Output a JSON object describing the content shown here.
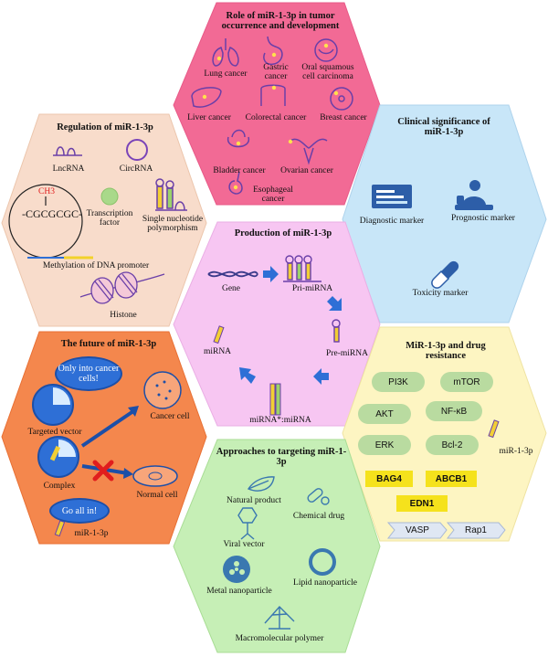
{
  "tumor": {
    "title": "Role of miR-1-3p in tumor occurrence and development",
    "items": [
      "Lung cancer",
      "Gastric cancer",
      "Oral squamous cell carcinoma",
      "Liver cancer",
      "Colorectal cancer",
      "Breast cancer",
      "Bladder cancer",
      "Ovarian cancer",
      "Esophageal cancer"
    ]
  },
  "regulation": {
    "title": "Regulation of miR-1-3p",
    "lncrna": "LncRNA",
    "circrna": "CircRNA",
    "ch3": "CH3",
    "sequence": "-CGCGCGC-",
    "tf": "Transcription factor",
    "snp": "Single nucleotide polymorphism",
    "methylation": "Methylation of DNA promoter",
    "histone": "Histone"
  },
  "clinical": {
    "title": "Clinical significance of miR-1-3p",
    "diagnostic": "Diagnostic marker",
    "prognostic": "Prognostic marker",
    "toxicity": "Toxicity marker"
  },
  "production": {
    "title": "Production of miR-1-3p",
    "gene": "Gene",
    "pri": "Pri-miRNA",
    "pre": "Pre-miRNA",
    "duplex": "miRNA*:miRNA",
    "mirna": "miRNA"
  },
  "future": {
    "title": "The future of miR-1-3p",
    "bubble1": "Only into cancer cells!",
    "bubble2": "Go all in!",
    "targeted": "Targeted vector",
    "cancer_cell": "Cancer cell",
    "complex": "Complex",
    "normal_cell": "Normal cell",
    "mir": "miR-1-3p"
  },
  "drug": {
    "title": "MiR-1-3p and drug resistance",
    "green": [
      "PI3K",
      "mTOR",
      "AKT",
      "NF-κB",
      "ERK",
      "Bcl-2"
    ],
    "yellow": [
      "BAG4",
      "ABCB1",
      "EDN1"
    ],
    "arrows": [
      "VASP",
      "Rap1"
    ],
    "mir": "miR-1-3p"
  },
  "targeting": {
    "title": "Approaches to targeting miR-1-3p",
    "natural": "Natural product",
    "chemical": "Chemical drug",
    "viral": "Viral vector",
    "lipid": "Lipid nanoparticle",
    "metal": "Metal nanoparticle",
    "polymer": "Macromolecular polymer"
  },
  "colors": {
    "tumor": "#f26a95",
    "regulation": "#f8dccb",
    "clinical": "#c8e6f8",
    "production": "#f7c6f2",
    "future": "#f4874d",
    "drug": "#fdf5c2",
    "targeting": "#c6efb6",
    "blue": "#2e6fd6"
  }
}
